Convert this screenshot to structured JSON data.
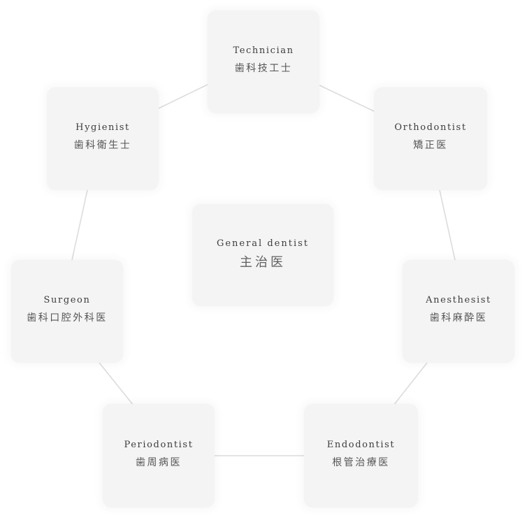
{
  "center": {
    "en": "General dentist",
    "ja": "主治医"
  },
  "nodes": [
    {
      "en": "Technician",
      "ja": "歯科技工士"
    },
    {
      "en": "Orthodontist",
      "ja": "矯正医"
    },
    {
      "en": "Anesthesist",
      "ja": "歯科麻酔医"
    },
    {
      "en": "Endodontist",
      "ja": "根管治療医"
    },
    {
      "en": "Periodontist",
      "ja": "歯周病医"
    },
    {
      "en": "Surgeon",
      "ja": "歯科口腔外科医"
    },
    {
      "en": "Hygienist",
      "ja": "歯科衛生士"
    }
  ],
  "colors": {
    "background": "#ffffff",
    "card": "#f4f4f4",
    "connector": "#dcdcdc",
    "text_en": "#3c3c3c",
    "text_ja": "#555555"
  }
}
